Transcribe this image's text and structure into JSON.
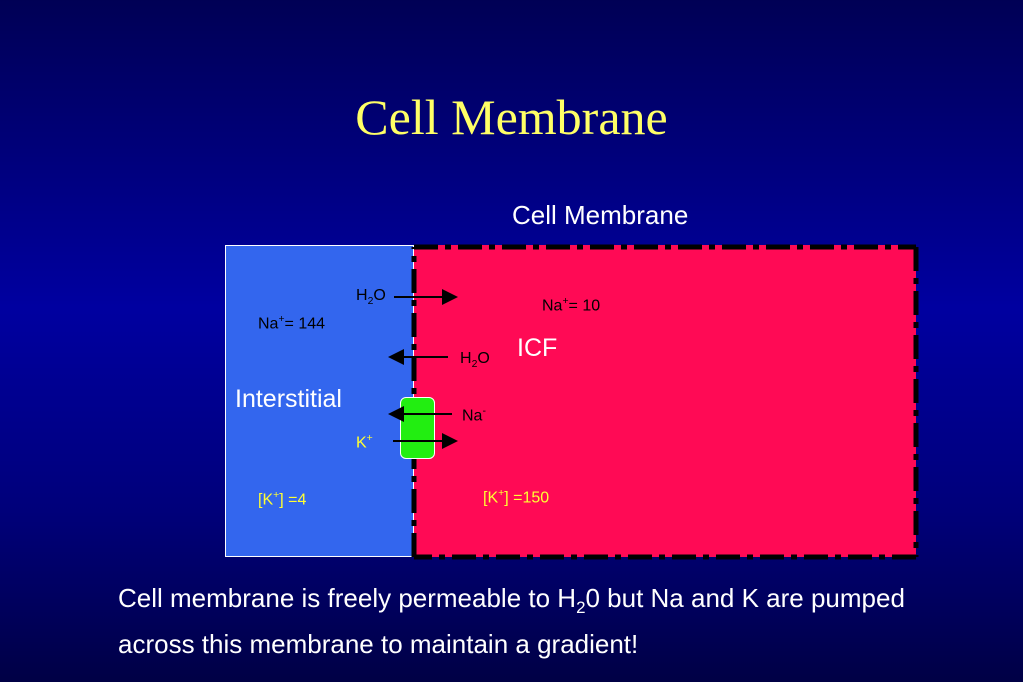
{
  "slide": {
    "title": "Cell Membrane",
    "membrane_label": "Cell Membrane",
    "ecf": {
      "label": "Interstitial",
      "na": "Na",
      "na_sup": "+",
      "na_value": "= 144",
      "k_open": "[K",
      "k_sup": "+",
      "k_value": "] =4"
    },
    "icf": {
      "label": "ICF",
      "na": "Na",
      "na_sup": "+",
      "na_value": "= 10",
      "k_open": "[K",
      "k_sup": "+",
      "k_value": "] =150"
    },
    "flows": {
      "water_in_h": "H",
      "water_in_sub": "2",
      "water_in_o": "O",
      "water_out_h": "H",
      "water_out_sub": "2",
      "water_out_o": "O",
      "na_label": "Na",
      "na_sup": "-",
      "k_label": "K",
      "k_sup": "+"
    },
    "caption": {
      "part1": "Cell membrane is freely permeable to H",
      "sub": "2",
      "part2": "0 but Na and K are pumped across this membrane to maintain a gradient!"
    },
    "colors": {
      "ecf": "#3366ee",
      "icf": "#ff0a55",
      "channel": "#22ee11",
      "title": "#ffff66"
    }
  }
}
